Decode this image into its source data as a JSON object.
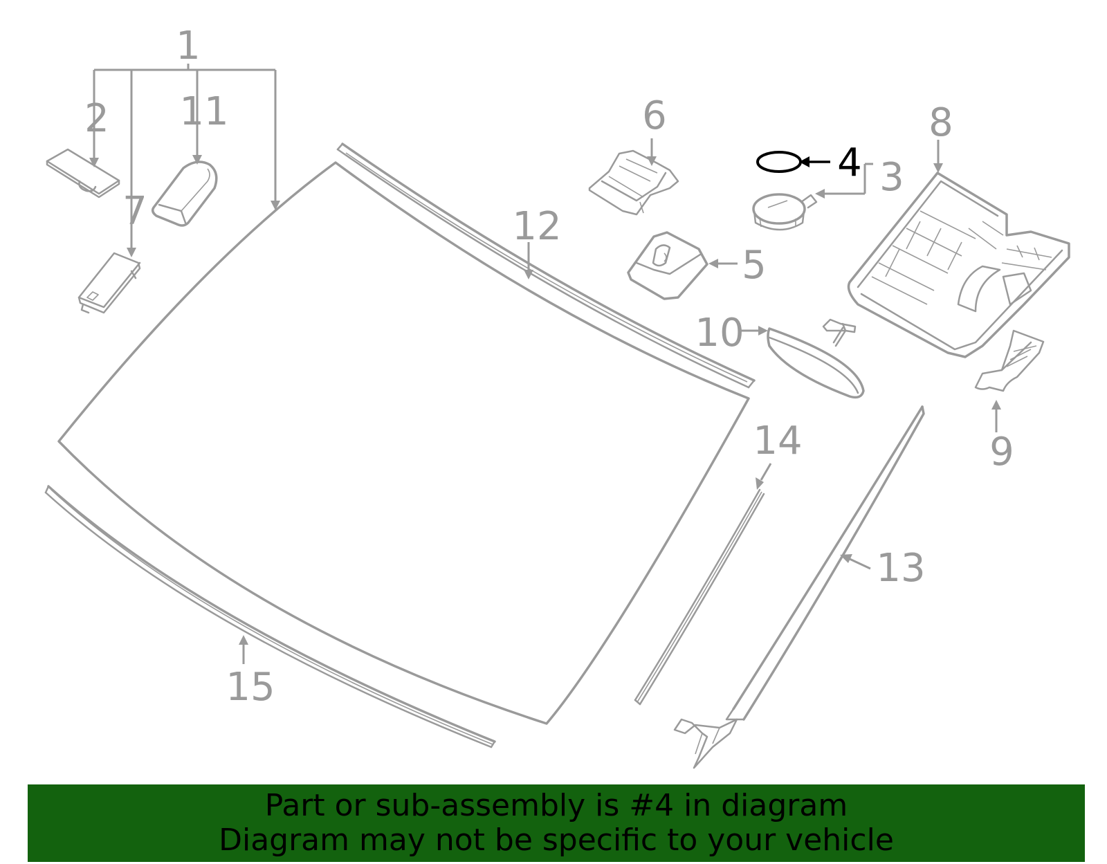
{
  "callouts": {
    "c1": "1",
    "c2": "2",
    "c3": "3",
    "c4": "4",
    "c5": "5",
    "c6": "6",
    "c7": "7",
    "c8": "8",
    "c9": "9",
    "c10": "10",
    "c11": "11",
    "c12": "12",
    "c13": "13",
    "c14": "14",
    "c15": "15"
  },
  "highlighted_part": "4",
  "colors": {
    "diagram_line": "#9a9a9a",
    "highlight": "#000000",
    "banner_background": "#13620e",
    "banner_text": "#000000"
  },
  "banner": {
    "line1": "Part or sub-assembly is #4 in diagram",
    "line2": "Diagram may not be specific to your vehicle"
  }
}
